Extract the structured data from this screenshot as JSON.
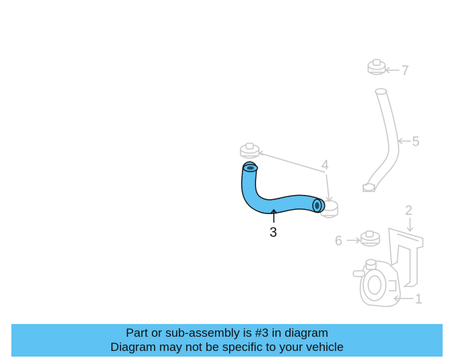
{
  "diagram": {
    "callouts": {
      "c1": "1",
      "c2": "2",
      "c3": "3",
      "c4": "4",
      "c5": "5",
      "c6": "6",
      "c7": "7"
    },
    "highlighted_part": "3",
    "colors": {
      "highlight": "#5ec2f2",
      "faded_parts": "#c8c8c8",
      "callout_text": "#c2c2c2"
    }
  },
  "banner": {
    "line1": "Part or sub-assembly is #3 in diagram",
    "line2": "Diagram may not be specific to your vehicle",
    "background": "#5ec2f2"
  }
}
